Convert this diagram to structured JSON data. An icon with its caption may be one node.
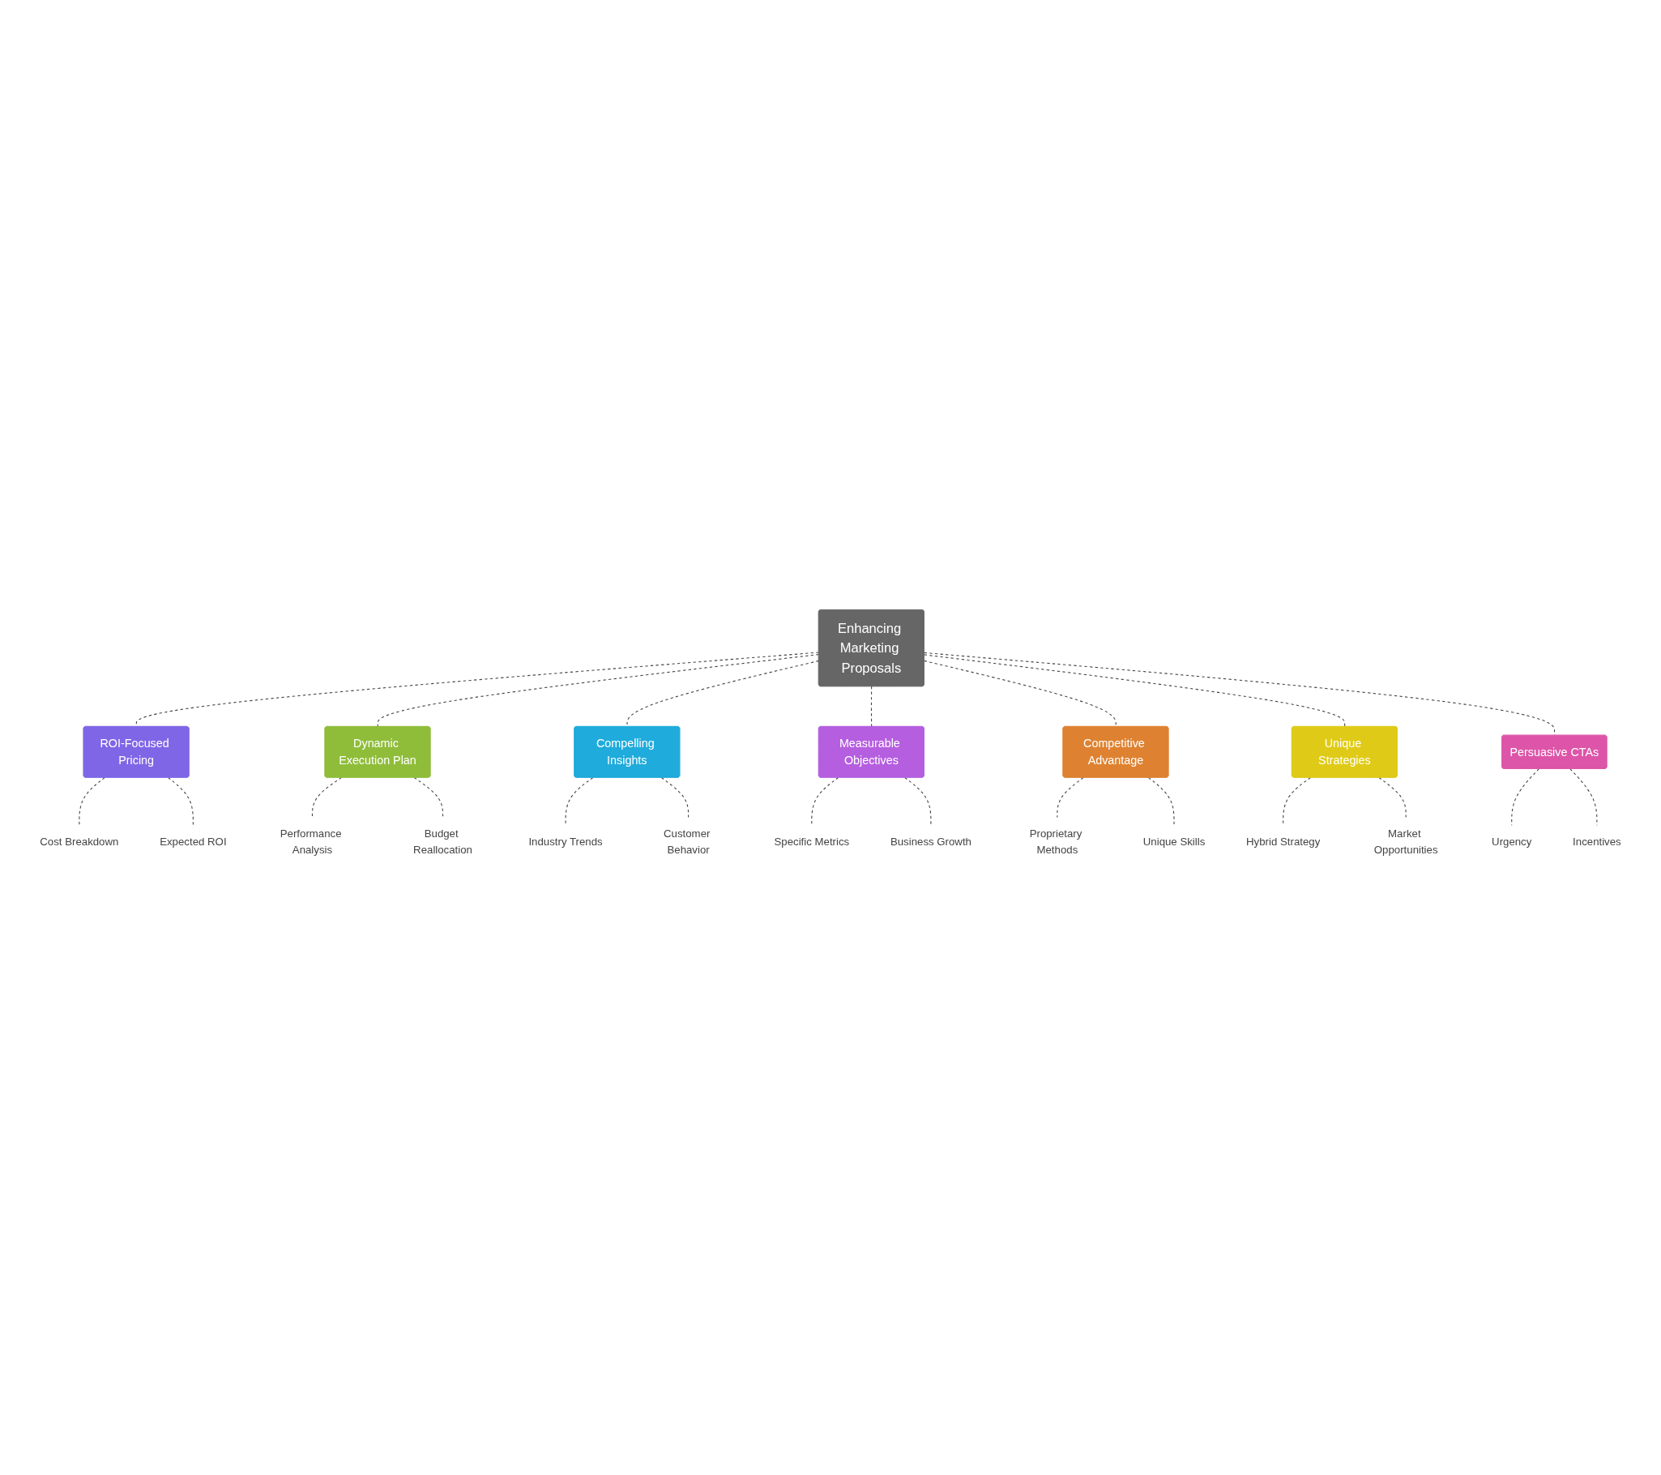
{
  "diagram": {
    "nodes": [
      {
        "text": [
          "Enhancing Marketing Proposals"
        ]
      },
      {
        "text": [
          "ROI-Focused Pricing"
        ]
      },
      {
        "text": [
          "Cost Breakdown"
        ]
      },
      {
        "text": [
          "Expected ROI"
        ]
      },
      {
        "text": [
          "Dynamic Execution Plan"
        ]
      },
      {
        "text": [
          "Performance Analysis"
        ]
      },
      {
        "text": [
          "Budget Reallocation"
        ]
      },
      {
        "text": [
          "Compelling Insights"
        ]
      },
      {
        "text": [
          "Industry Trends"
        ]
      },
      {
        "text": [
          "Customer Behavior"
        ]
      },
      {
        "text": [
          "Measurable Objectives"
        ]
      },
      {
        "text": [
          "Specific Metrics"
        ]
      },
      {
        "text": [
          "Business Growth"
        ]
      },
      {
        "text": [
          "Competitive Advantage"
        ]
      },
      {
        "text": [
          "Proprietary Methods"
        ]
      },
      {
        "text": [
          "Unique Skills"
        ]
      },
      {
        "text": [
          "Unique Strategies"
        ]
      },
      {
        "text": [
          "Hybrid Strategy"
        ]
      },
      {
        "text": [
          "Market Opportunities"
        ]
      },
      {
        "text": [
          "Persuasive CTAs"
        ]
      },
      {
        "text": [
          "Urgency"
        ]
      },
      {
        "text": [
          "Incentives"
        ]
      }
    ],
    "edges": [
      {
        "from": 0,
        "to": 1,
        "arrow": "none",
        "style": "dashed"
      },
      {
        "from": 1,
        "to": 2,
        "arrow": "none",
        "style": "dashed"
      },
      {
        "from": 1,
        "to": 3,
        "arrow": "none",
        "style": "dashed"
      },
      {
        "from": 0,
        "to": 4,
        "arrow": "none",
        "style": "dashed"
      },
      {
        "from": 4,
        "to": 5,
        "arrow": "none",
        "style": "dashed"
      },
      {
        "from": 4,
        "to": 6,
        "arrow": "none",
        "style": "dashed"
      },
      {
        "from": 0,
        "to": 7,
        "arrow": "none",
        "style": "dashed"
      },
      {
        "from": 7,
        "to": 8,
        "arrow": "none",
        "style": "dashed"
      },
      {
        "from": 7,
        "to": 9,
        "arrow": "none",
        "style": "dashed"
      },
      {
        "from": 0,
        "to": 10,
        "arrow": "none",
        "style": "dashed"
      },
      {
        "from": 10,
        "to": 11,
        "arrow": "none",
        "style": "dashed"
      },
      {
        "from": 10,
        "to": 12,
        "arrow": "none",
        "style": "dashed"
      },
      {
        "from": 0,
        "to": 13,
        "arrow": "none",
        "style": "dashed"
      },
      {
        "from": 13,
        "to": 14,
        "arrow": "none",
        "style": "dashed"
      },
      {
        "from": 13,
        "to": 15,
        "arrow": "none",
        "style": "dashed"
      },
      {
        "from": 0,
        "to": 16,
        "arrow": "none",
        "style": "dashed"
      },
      {
        "from": 16,
        "to": 17,
        "arrow": "none",
        "style": "dashed"
      },
      {
        "from": 16,
        "to": 18,
        "arrow": "none",
        "style": "dashed"
      },
      {
        "from": 0,
        "to": 19,
        "arrow": "none",
        "style": "dashed"
      },
      {
        "from": 19,
        "to": 20,
        "arrow": "none",
        "style": "dashed"
      },
      {
        "from": 19,
        "to": 21,
        "arrow": "none",
        "style": "dashed"
      }
    ]
  }
}
